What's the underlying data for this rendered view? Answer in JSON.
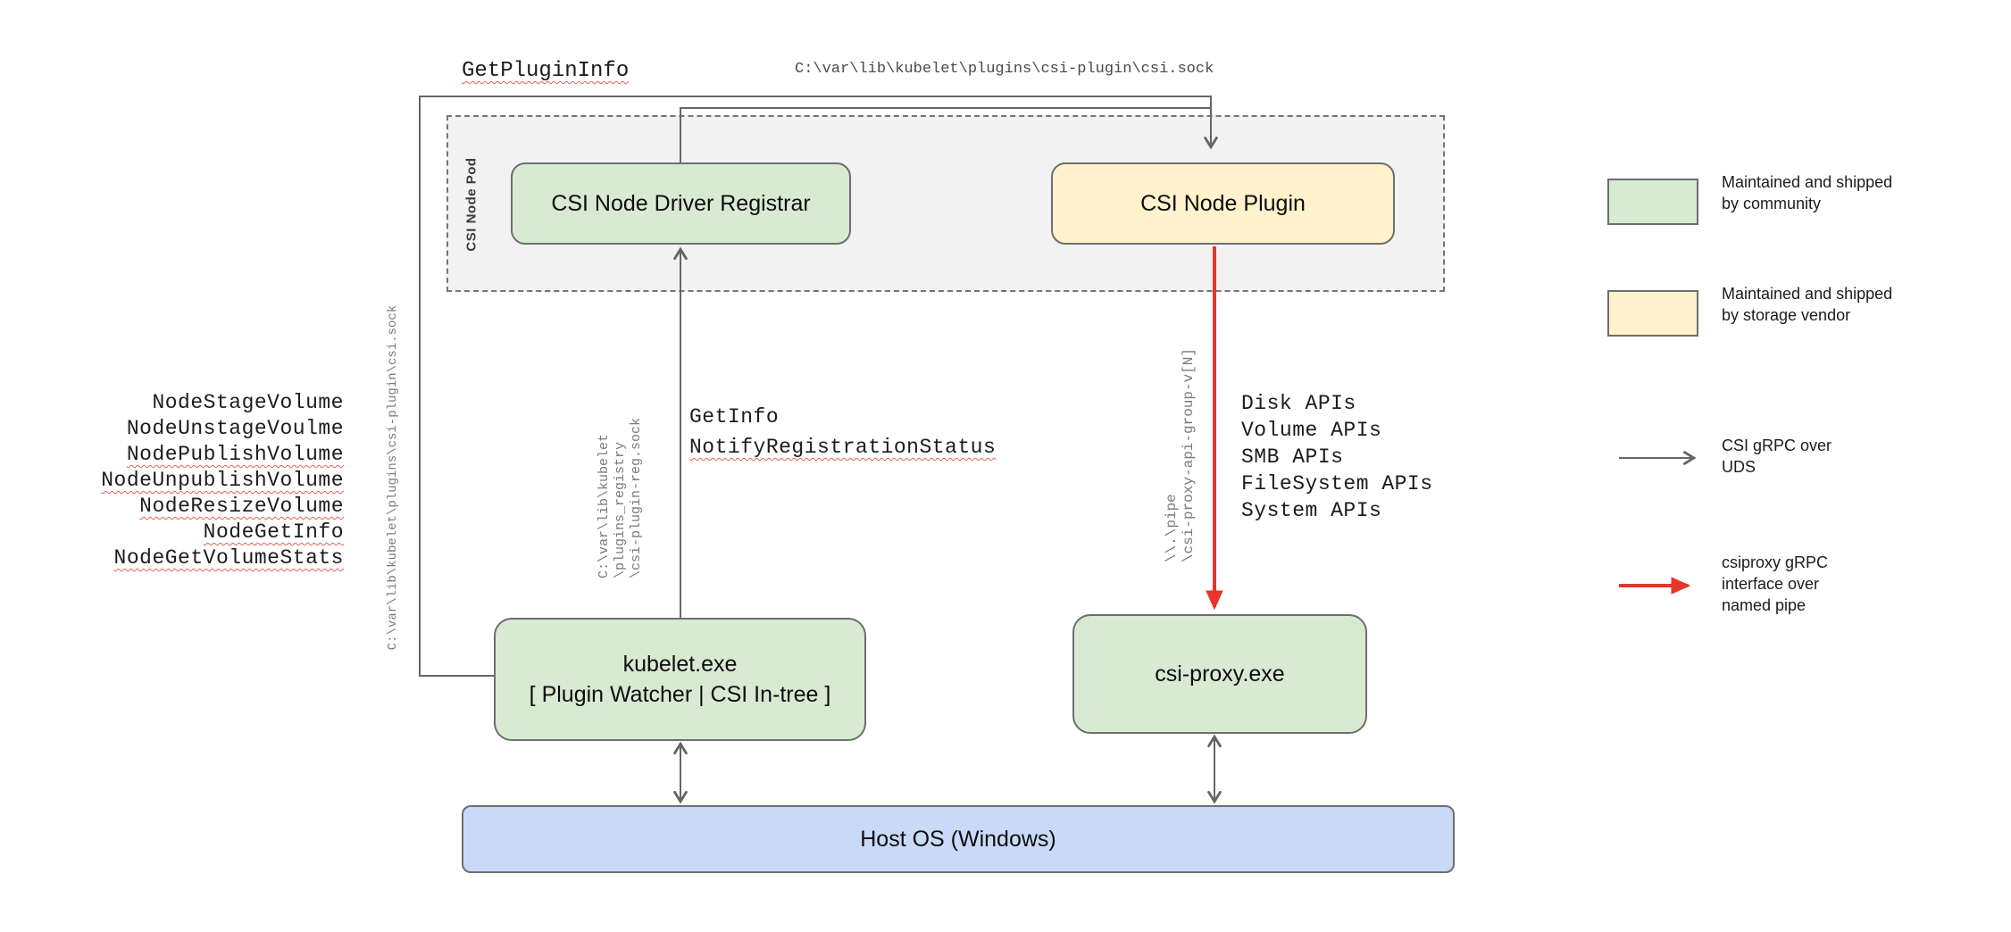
{
  "nodes": {
    "pod_label": "CSI Node Pod",
    "registrar": {
      "label": "CSI Node Driver Registrar"
    },
    "plugin": {
      "label": "CSI Node Plugin"
    },
    "kubelet": {
      "line1": "kubelet.exe",
      "line2": "[ Plugin Watcher | CSI In-tree ]"
    },
    "csi_proxy": {
      "label": "csi-proxy.exe"
    },
    "host_os": {
      "label": "Host OS (Windows)"
    }
  },
  "annotations": {
    "get_plugin_info": {
      "text": "GetPluginInfo",
      "misspelled": true
    },
    "csi_sock_path_top": "C:\\var\\lib\\kubelet\\plugins\\csi-plugin\\csi.sock",
    "csi_sock_path_left": "C:\\var\\lib\\kubelet\\plugins\\csi-plugin\\csi.sock",
    "node_calls": [
      {
        "text": "NodeStageVolume",
        "misspelled": false
      },
      {
        "text": "NodeUnstageVoulme",
        "misspelled": false
      },
      {
        "text": "NodePublishVolume",
        "misspelled": true
      },
      {
        "text": "NodeUnpublishVolume",
        "misspelled": true
      },
      {
        "text": "NodeResizeVolume",
        "misspelled": true
      },
      {
        "text": "NodeGetInfo",
        "misspelled": true
      },
      {
        "text": "NodeGetVolumeStats",
        "misspelled": true
      }
    ],
    "registrar_calls": [
      {
        "text": "GetInfo",
        "misspelled": false
      },
      {
        "text": "NotifyRegistrationStatus",
        "misspelled": true
      }
    ],
    "reg_sock_path": [
      "C:\\var\\lib\\kubelet",
      "\\plugins_registry",
      "\\csi-plugin-reg.sock"
    ],
    "pipe_path": [
      "\\\\.\\pipe",
      "\\csi-proxy-api-group-v[N]"
    ],
    "proxy_apis": [
      "Disk APIs",
      "Volume APIs",
      "SMB APIs",
      "FileSystem APIs",
      "System APIs"
    ]
  },
  "legend": {
    "community": {
      "lines": [
        "Maintained and shipped",
        "by community"
      ]
    },
    "vendor": {
      "lines": [
        "Maintained and shipped",
        "by storage vendor"
      ]
    },
    "uds": {
      "lines": [
        "CSI gRPC over",
        "UDS"
      ]
    },
    "named_pipe": {
      "lines": [
        "csiproxy gRPC",
        "interface over",
        "named pipe"
      ]
    }
  },
  "colors": {
    "community_green": "#d9ead3",
    "vendor_yellow": "#fff2cc",
    "host_blue": "#c9daf8",
    "pod_gray": "#f2f2f2",
    "wire_gray": "#666666",
    "pipe_red": "#e8352a",
    "squiggle_red": "#e06255"
  }
}
